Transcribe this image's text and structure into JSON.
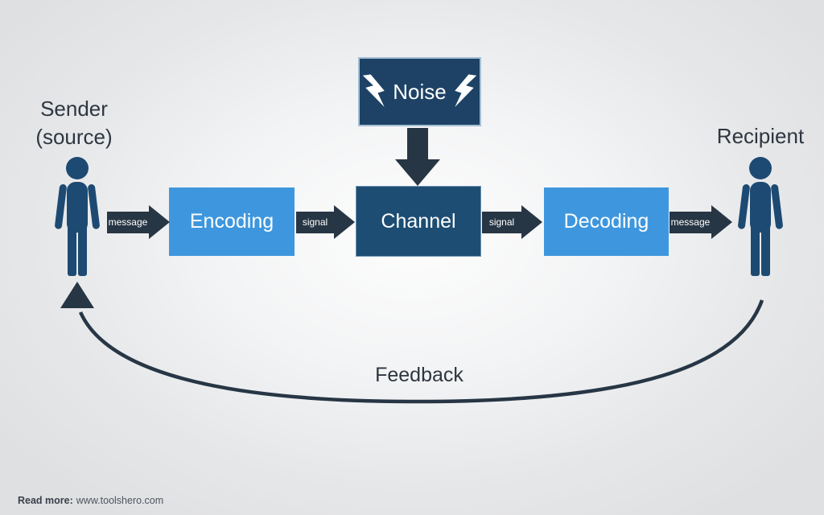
{
  "flow": {
    "sender": {
      "line1": "Sender",
      "line2": "(source)"
    },
    "recipient": {
      "label": "Recipient"
    },
    "noise": {
      "label": "Noise"
    },
    "stages": [
      {
        "label": "Encoding"
      },
      {
        "label": "Channel"
      },
      {
        "label": "Decoding"
      }
    ],
    "links": [
      {
        "label": "message"
      },
      {
        "label": "signal"
      },
      {
        "label": "signal"
      },
      {
        "label": "message"
      }
    ],
    "feedback": {
      "label": "Feedback"
    }
  },
  "footer": {
    "read_more_label": "Read more:",
    "url": "www.toolshero.com"
  },
  "colors": {
    "background_edge": "#dfe0e2",
    "background_center": "#fdfdfd",
    "dark_box": "#1d4265",
    "channel_box": "#1d4d73",
    "light_box": "#3e97de",
    "arrow": "#273645",
    "person": "#1d4a72",
    "label_text": "#2e3640",
    "box_text": "#ffffff"
  }
}
